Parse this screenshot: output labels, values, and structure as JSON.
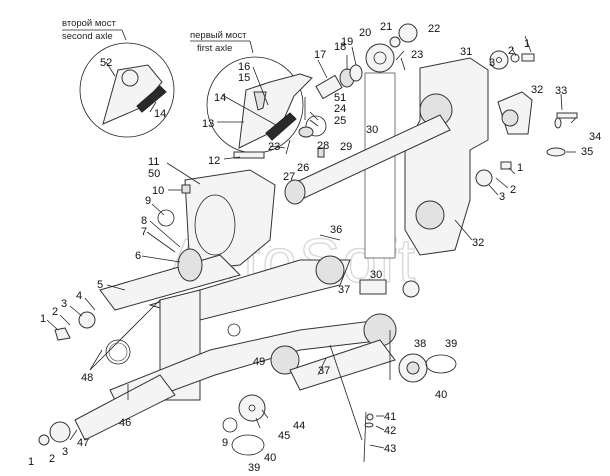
{
  "captions": {
    "second_axle_ru": "второй мост",
    "second_axle_en": "second axle",
    "first_axle_ru": "первый мост",
    "first_axle_en": "first axle"
  },
  "watermark": "AvtoSoft",
  "callouts": {
    "c52": "52",
    "c14a": "14",
    "c16": "16",
    "c15": "15",
    "c14b": "14",
    "c13": "13",
    "c17": "17",
    "c18": "18",
    "c19": "19",
    "c20": "20",
    "c21": "21",
    "c22": "22",
    "c23a": "23",
    "c51": "51",
    "c24": "24",
    "c25": "25",
    "c23b": "23",
    "c31": "31",
    "c3a": "3",
    "c2a": "2",
    "c1a": "1",
    "c32a": "32",
    "c33": "33",
    "c34": "34",
    "c35": "35",
    "c30a": "30",
    "c28": "28",
    "c29": "29",
    "c26": "26",
    "c27": "27",
    "c12": "12",
    "c11": "11",
    "c50": "50",
    "c10": "10",
    "c9a": "9",
    "c8": "8",
    "c7": "7",
    "c6": "6",
    "c1b": "1",
    "c2b": "2",
    "c3b": "3",
    "c36": "36",
    "c32b": "32",
    "c5": "5",
    "c4": "4",
    "c3c": "3",
    "c2c": "2",
    "c1c": "1",
    "c48": "48",
    "c30b": "30",
    "c37a": "37",
    "c49": "49",
    "c37b": "37",
    "c38": "38",
    "c39a": "39",
    "c40a": "40",
    "c46": "46",
    "c47": "47",
    "c3d": "3",
    "c2d": "2",
    "c1d": "1",
    "c44": "44",
    "c45": "45",
    "c9b": "9",
    "c40b": "40",
    "c39b": "39",
    "c41": "41",
    "c42": "42",
    "c43": "43"
  },
  "colors": {
    "line": "#222222",
    "background": "#ffffff",
    "watermark": "#d6d6d6"
  }
}
